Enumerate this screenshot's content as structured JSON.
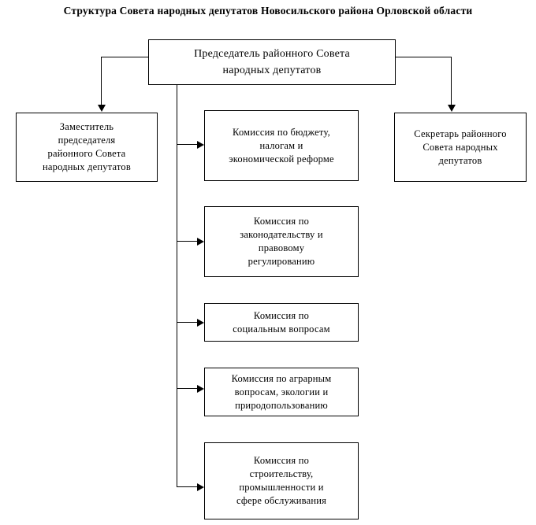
{
  "diagram": {
    "title": "Структура Совета  народных депутатов Новосильского района Орловской области",
    "root": {
      "id": "chairman",
      "label": "Председатель  районного Совета\nнародных депутатов"
    },
    "lateral": [
      {
        "id": "deputy",
        "side": "left",
        "label": "Заместитель\nпредседателя\nрайонного  Совета\nнародных депутатов"
      },
      {
        "id": "secretary",
        "side": "right",
        "label": "Секретарь районного\nСовета  народных\nдепутатов"
      }
    ],
    "commissions": [
      {
        "id": "commission-budget",
        "label": "Комиссия по бюджету,\nналогам и\nэкономической  реформе"
      },
      {
        "id": "commission-law",
        "label": "Комиссия по\nзаконодательству и\nправовому\nрегулированию"
      },
      {
        "id": "commission-social",
        "label": "Комиссия по\nсоциальным  вопросам"
      },
      {
        "id": "commission-agrarian",
        "label": "Комиссия по аграрным\nвопросам, экологии и\nприродопользованию"
      },
      {
        "id": "commission-building",
        "label": "Комиссия по\nстроительству,\nпромышленности  и\nсфере обслуживания"
      }
    ],
    "colors": {
      "line": "#000000",
      "box_fill": "#ffffff",
      "text": "#000000"
    }
  }
}
